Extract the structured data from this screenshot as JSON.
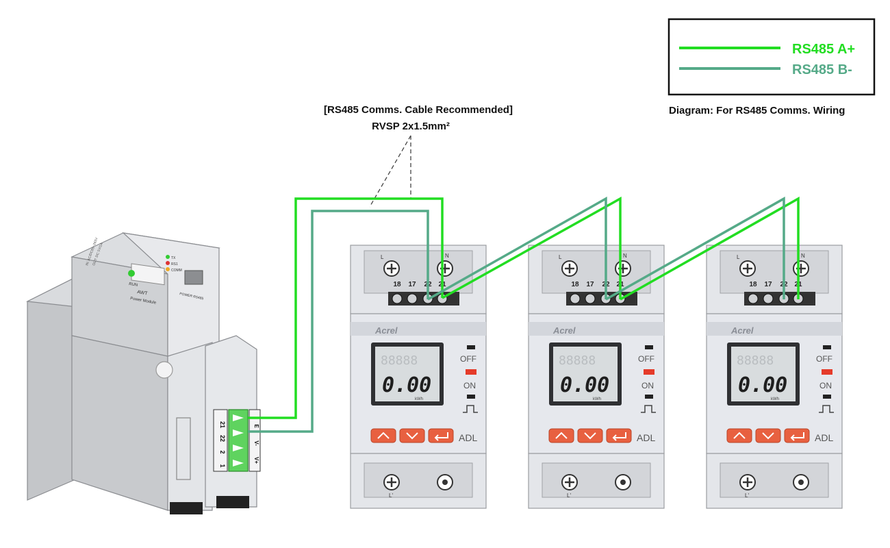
{
  "legend": {
    "a_plus_label": "RS485 A+",
    "b_minus_label": "RS485 B-",
    "caption": "Diagram: For RS485 Comms. Wiring"
  },
  "colors": {
    "a_plus": "#22dd22",
    "b_minus": "#55aa88",
    "lcd_bg": "#d8dcde",
    "button": "#e86040",
    "meter_body": "#e6e8ed"
  },
  "cable_note": {
    "line1": "[RS485 Comms. Cable Recommended]",
    "line2": "RVSP 2x1.5mm²"
  },
  "gateway": {
    "model": "AWT",
    "subtitle": "Power Module",
    "run_label": "RUN",
    "led_labels": [
      "TX",
      "RS1",
      "COMM"
    ],
    "port_label": "POWER RS485",
    "spec_text1": "IN: AC/DC85~265V",
    "spec_text2": "OUT: DC 5V/1A",
    "terminal_numbers": [
      "21",
      "22",
      "2",
      "1"
    ],
    "terminal_signals": [
      "E",
      "V-",
      "V+"
    ]
  },
  "meters": [
    {
      "brand": "Acrel",
      "model": "ADL",
      "display_value": "0.00",
      "display_top": "88888",
      "unit": "kWh",
      "off_label": "OFF",
      "on_label": "ON",
      "top_terminal_l": "L",
      "top_terminal_n": "N",
      "terminals": [
        "18",
        "17",
        "22",
        "21"
      ],
      "bottom_terminal": "L'"
    },
    {
      "brand": "Acrel",
      "model": "ADL",
      "display_value": "0.00",
      "display_top": "88888",
      "unit": "kWh",
      "off_label": "OFF",
      "on_label": "ON",
      "top_terminal_l": "L",
      "top_terminal_n": "N",
      "terminals": [
        "18",
        "17",
        "22",
        "21"
      ],
      "bottom_terminal": "L'"
    },
    {
      "brand": "Acrel",
      "model": "ADL",
      "display_value": "0.00",
      "display_top": "88888",
      "unit": "kWh",
      "off_label": "OFF",
      "on_label": "ON",
      "top_terminal_l": "L",
      "top_terminal_n": "N",
      "terminals": [
        "18",
        "17",
        "22",
        "21"
      ],
      "bottom_terminal": "L'"
    }
  ]
}
